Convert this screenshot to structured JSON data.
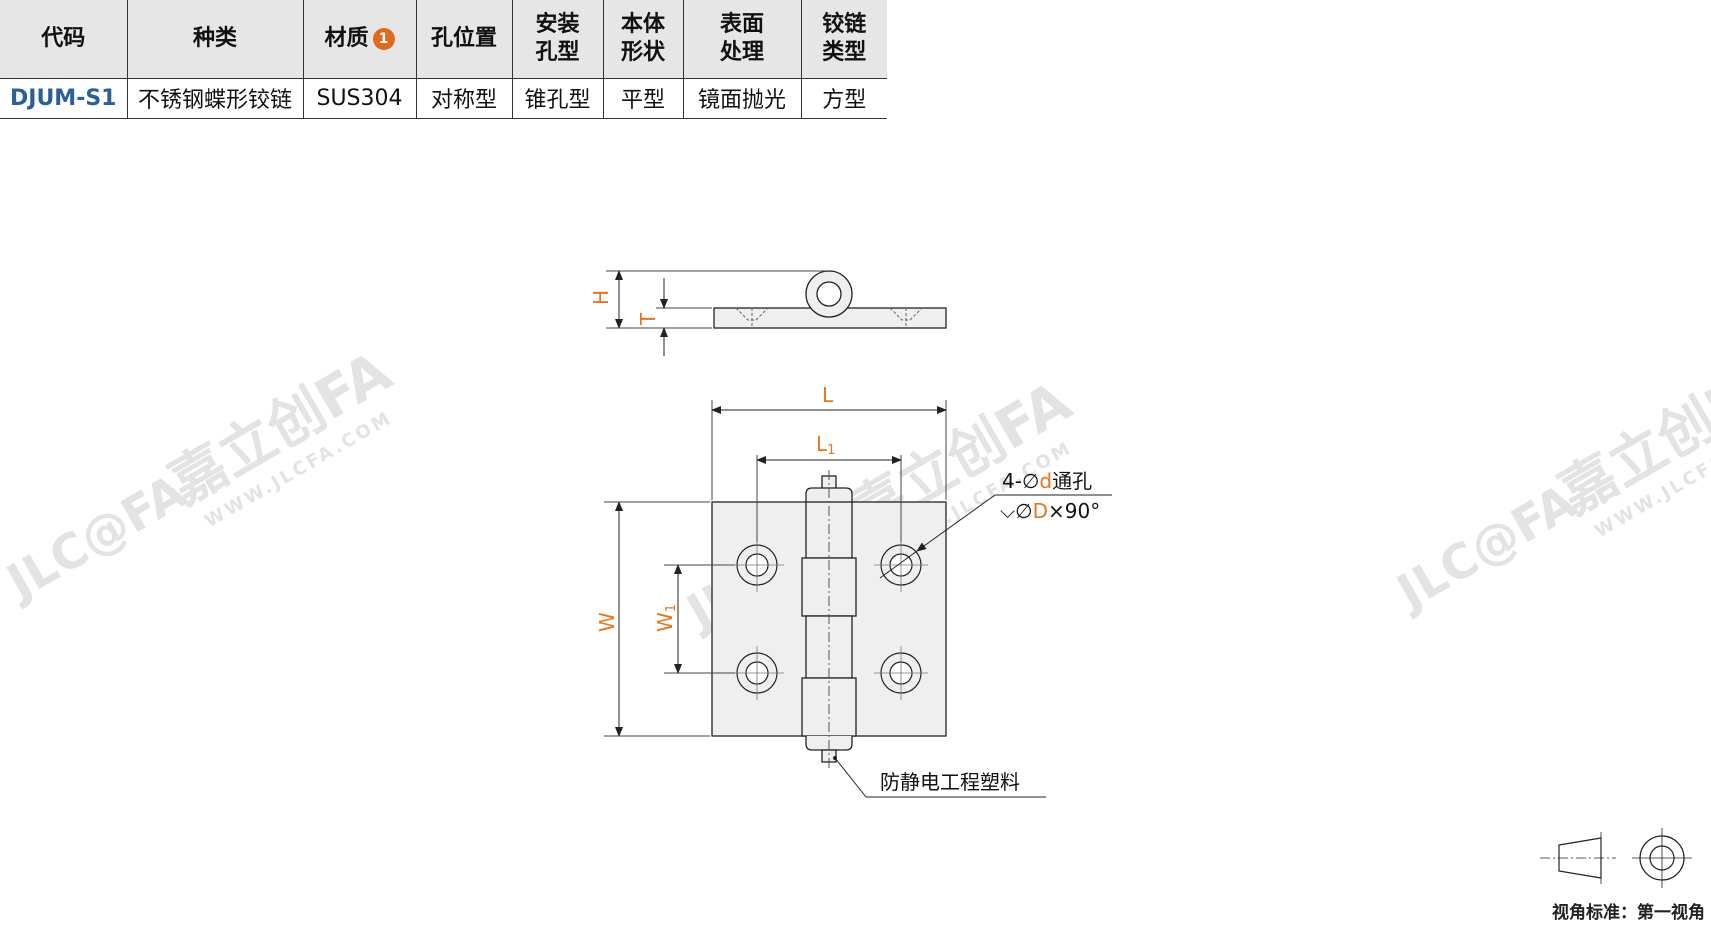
{
  "table": {
    "headers": [
      {
        "lines": [
          "代码"
        ]
      },
      {
        "lines": [
          "种类"
        ]
      },
      {
        "lines": [
          "材质"
        ],
        "badge": "1"
      },
      {
        "lines": [
          "孔位置"
        ]
      },
      {
        "lines": [
          "安装",
          "孔型"
        ]
      },
      {
        "lines": [
          "本体",
          "形状"
        ]
      },
      {
        "lines": [
          "表面",
          "处理"
        ]
      },
      {
        "lines": [
          "铰链",
          "类型"
        ]
      }
    ],
    "row": [
      "DJUM-S1",
      "不锈钢蝶形铰链",
      "SUS304",
      "对称型",
      "锥孔型",
      "平型",
      "镜面抛光",
      "方型"
    ]
  },
  "drawing": {
    "dims": {
      "H": "H",
      "T": "T",
      "L": "L",
      "L1": "L",
      "L1_sub": "1",
      "W": "W",
      "W1": "W",
      "W1_sub": "1"
    },
    "callout_hole_prefix": "4-∅",
    "callout_hole_var": "d",
    "callout_hole_suffix": "通孔",
    "callout_csk_prefix": "⌵∅",
    "callout_csk_var": "D",
    "callout_csk_suffix": "×90°",
    "callout_pin": "防静电工程塑料"
  },
  "watermark": {
    "brand": "嘉立创FA",
    "url": "WWW.JLCFA.COM",
    "logo": "JLC@FA"
  },
  "projection_caption": "视角标准：第一视角",
  "colors": {
    "accent": "#e8761c",
    "code": "#2a5f97",
    "header_bg": "#e6e6e6",
    "part_fill": "#efefef"
  }
}
